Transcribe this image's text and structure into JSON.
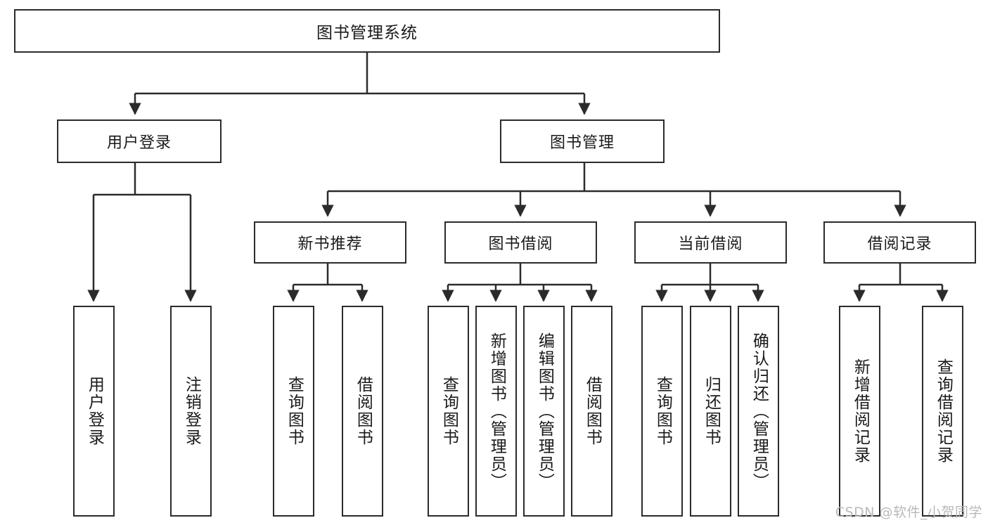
{
  "diagram": {
    "title": "图书管理系统",
    "type": "tree-hierarchy",
    "root": {
      "label": "图书管理系统"
    },
    "level1": [
      {
        "id": "user-login",
        "label": "用户登录"
      },
      {
        "id": "book-management",
        "label": "图书管理"
      }
    ],
    "level2": [
      {
        "id": "new-book-recommend",
        "label": "新书推荐",
        "parent": "book-management"
      },
      {
        "id": "book-borrow",
        "label": "图书借阅",
        "parent": "book-management"
      },
      {
        "id": "current-borrow",
        "label": "当前借阅",
        "parent": "book-management"
      },
      {
        "id": "borrow-record",
        "label": "借阅记录",
        "parent": "book-management"
      }
    ],
    "leaves": [
      {
        "id": "leaf-user-login",
        "label": "用户登录",
        "parent": "user-login"
      },
      {
        "id": "leaf-logout",
        "label": "注销登录",
        "parent": "user-login"
      },
      {
        "id": "leaf-query-book-1",
        "label": "查询图书",
        "parent": "new-book-recommend"
      },
      {
        "id": "leaf-borrow-book-1",
        "label": "借阅图书",
        "parent": "new-book-recommend"
      },
      {
        "id": "leaf-query-book-2",
        "label": "查询图书",
        "parent": "book-borrow"
      },
      {
        "id": "leaf-add-book",
        "label": "新增图书（管理员）",
        "parent": "book-borrow"
      },
      {
        "id": "leaf-edit-book",
        "label": "编辑图书（管理员）",
        "parent": "book-borrow"
      },
      {
        "id": "leaf-borrow-book-2",
        "label": "借阅图书",
        "parent": "book-borrow"
      },
      {
        "id": "leaf-query-book-3",
        "label": "查询图书",
        "parent": "current-borrow"
      },
      {
        "id": "leaf-return-book",
        "label": "归还图书",
        "parent": "current-borrow"
      },
      {
        "id": "leaf-confirm-return",
        "label": "确认归还（管理员）",
        "parent": "current-borrow"
      },
      {
        "id": "leaf-add-record",
        "label": "新增借阅记录",
        "parent": "borrow-record"
      },
      {
        "id": "leaf-query-record",
        "label": "查询借阅记录",
        "parent": "borrow-record"
      }
    ]
  },
  "watermark": {
    "text": "CSDN @软件_小贺同学"
  },
  "colors": {
    "stroke": "#2b2b2b",
    "background": "#ffffff",
    "text": "#1a1a1a",
    "watermark": "#b9b9b9"
  }
}
